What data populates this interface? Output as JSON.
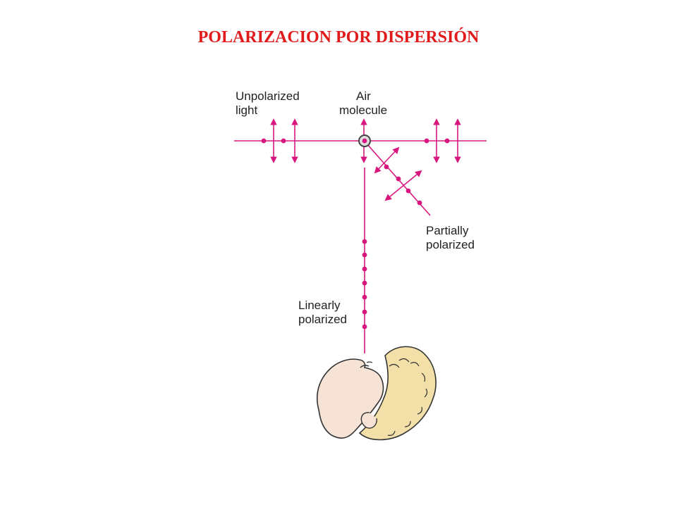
{
  "title": "POLARIZACION POR DISPERSIÓN",
  "colors": {
    "title": "#e11b1b",
    "light_ray": "#d8177e",
    "molecule_ring": "#444444",
    "label_text": "#222222",
    "head_outline": "#333333",
    "skin": "#f6e3d6",
    "hair": "#f3e0a8"
  },
  "labels": {
    "unpolarized": [
      "Unpolarized",
      "light"
    ],
    "air_molecule": [
      "Air",
      "molecule"
    ],
    "partially_polarized": [
      "Partially",
      "polarized"
    ],
    "linearly_polarized": [
      "Linearly",
      "polarized"
    ]
  }
}
